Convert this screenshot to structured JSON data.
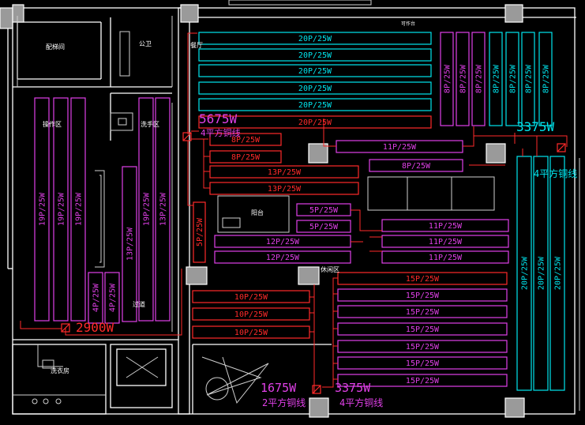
{
  "colors": {
    "background": "#000000",
    "wall": "#ffffff",
    "cyan": "#00e5ee",
    "magenta": "#e040e8",
    "red": "#ff2a2a",
    "gray": "#c8c8c8"
  },
  "rooms": {
    "elevator_room": "配梯间",
    "toilet": "公卫",
    "dining": "餐厅",
    "prep_area": "操作区",
    "wash_area": "洗手区",
    "corridor": "过道",
    "balcony": "阳台",
    "leisure_area": "休闲区",
    "laundry": "洗衣房",
    "top_note": "可作台"
  },
  "fixtures": {
    "bar_8p": "8P/25W",
    "bar_11p": "11P/25W",
    "bar_13p": "13P/25W",
    "bar_19p": "19P/25W",
    "bar_20p": "20P/25W",
    "bar_4p": "4P/25W",
    "bar_5p": "5P/25W",
    "bar_10p": "10P/25W",
    "bar_12p": "12P/25W",
    "bar_15p": "15P/25W"
  },
  "circuits": {
    "c1_power": "5675W",
    "c1_cable": "4平方铜线",
    "c2_power": "3375W",
    "c2_cable": "4平方铜线",
    "c3_power": "2900W",
    "c4_power": "1675W",
    "c4_cable": "2平方铜线",
    "c5_power": "3375W",
    "c5_cable": "4平方铜线"
  }
}
